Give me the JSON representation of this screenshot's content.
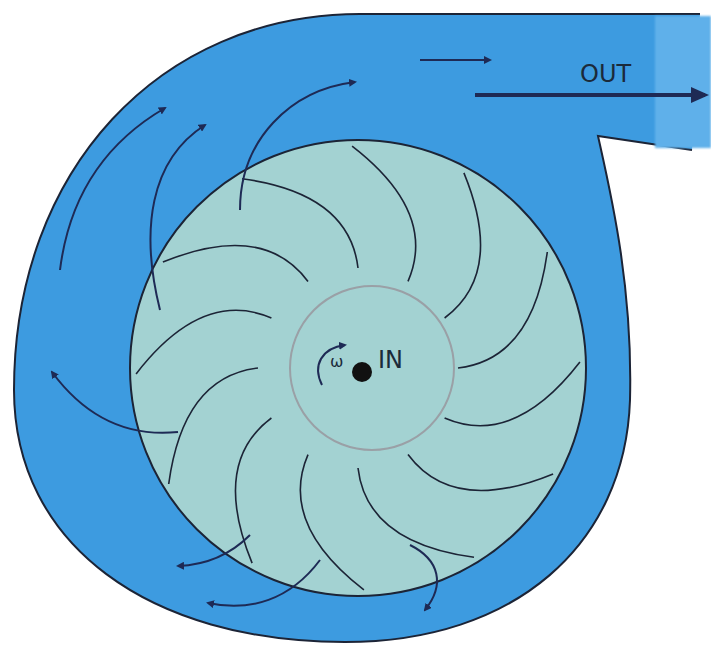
{
  "diagram": {
    "labels": [
      "OUT",
      "ω",
      "IN"
    ]
  }
}
